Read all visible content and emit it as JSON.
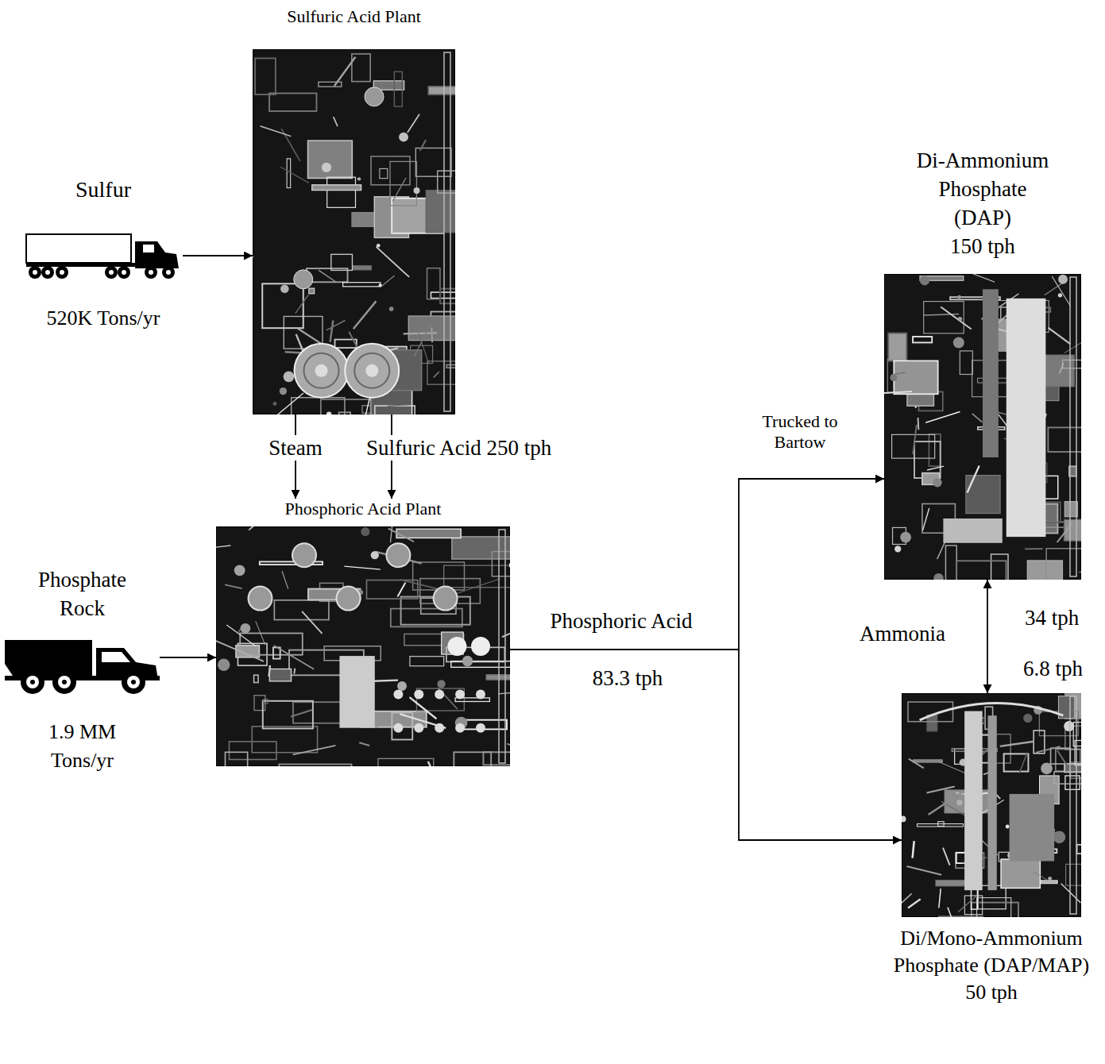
{
  "diagram": {
    "nodes": [
      {
        "text": [
          "Sulfuric Acid Plant"
        ]
      },
      {
        "text": [
          "Sulfur",
          "520K Tons/yr"
        ]
      },
      {
        "text": [
          "Phosphoric Acid Plant"
        ]
      },
      {
        "text": [
          "Phosphate Rock",
          "1.9 MM Tons/yr"
        ]
      },
      {
        "text": [
          "Di-Ammonium Phosphate (DAP)",
          "150 tph"
        ]
      },
      {
        "text": [
          "Di/Mono-Ammonium Phosphate (DAP/MAP)",
          "50 tph"
        ]
      }
    ],
    "edges": [
      {
        "from": 1,
        "to": 0,
        "arrow": "to"
      },
      {
        "from": 0,
        "to": 2,
        "label": "Steam",
        "arrow": "to"
      },
      {
        "from": 0,
        "to": 2,
        "label": "Sulfuric Acid 250 tph",
        "arrow": "to"
      },
      {
        "from": 3,
        "to": 2,
        "arrow": "to"
      },
      {
        "from": 2,
        "to": 4,
        "label": "Trucked to Bartow",
        "arrow": "to"
      },
      {
        "from": 2,
        "to": 5,
        "arrow": "to"
      },
      {
        "from": 4,
        "to": 5,
        "label": "Ammonia",
        "arrow": "both"
      }
    ],
    "labels": [
      "Phosphoric Acid",
      "83.3 tph",
      "34 tph",
      "6.8 tph"
    ]
  }
}
